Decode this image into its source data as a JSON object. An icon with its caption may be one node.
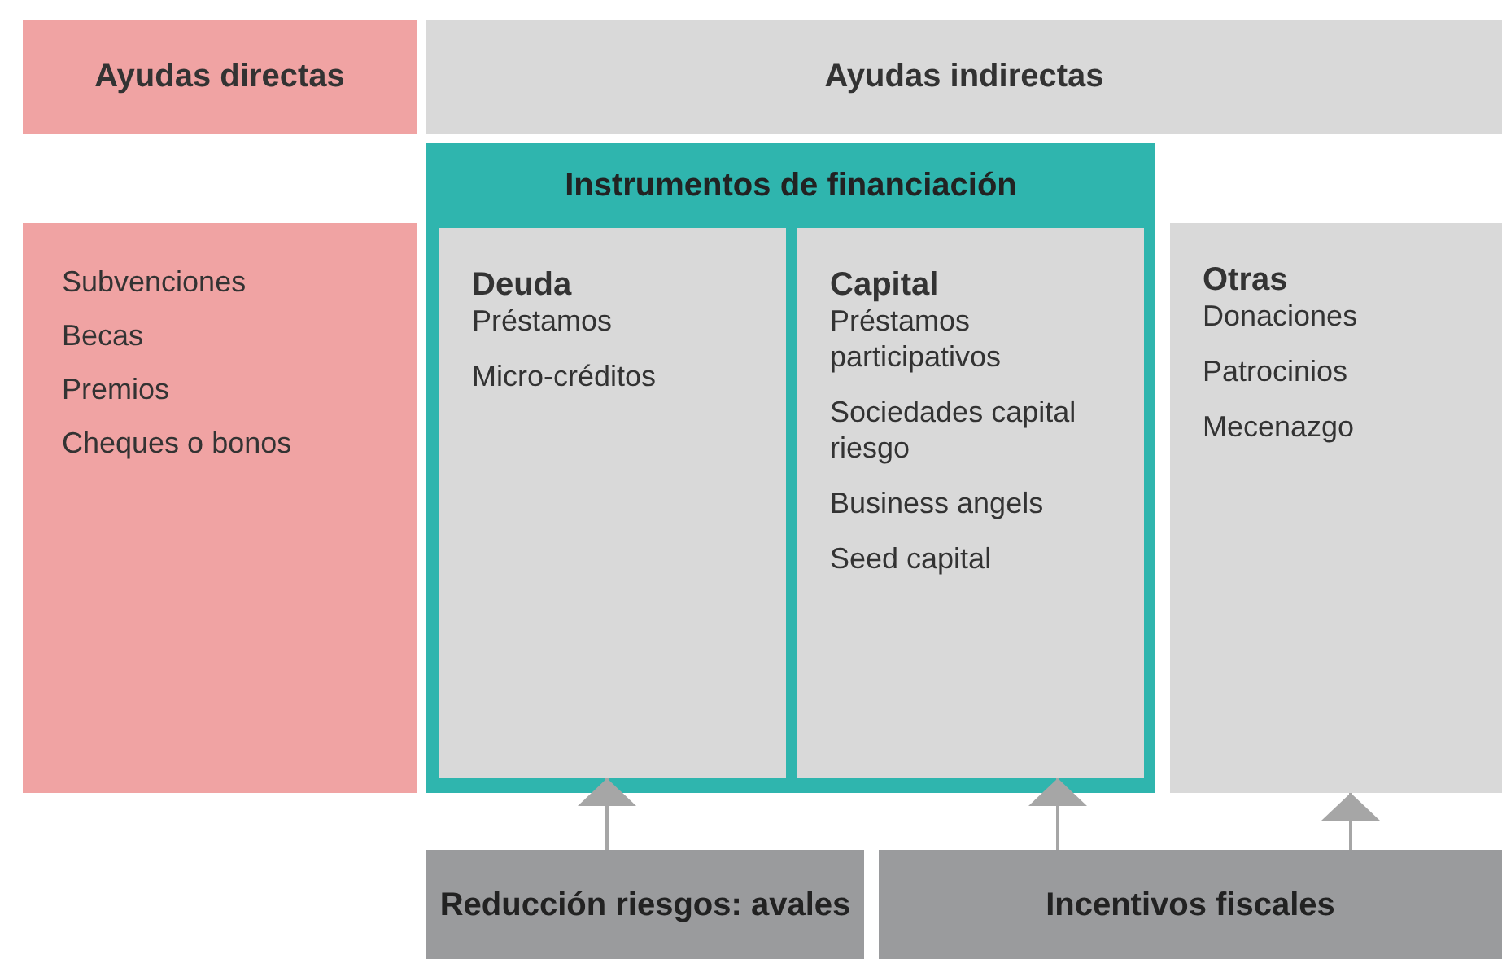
{
  "diagram": {
    "nodes": [
      {
        "text": [
          "Ayudas directas"
        ]
      },
      {
        "text": [
          "Ayudas indirectas"
        ]
      },
      {
        "text": [
          "Subvenciones",
          "Becas",
          "Premios",
          "Cheques o bonos"
        ]
      },
      {
        "text": [
          "Instrumentos de financiación"
        ]
      },
      {
        "text": [
          "Deuda",
          "Préstamos",
          "Micro-créditos"
        ],
        "in": 3
      },
      {
        "text": [
          "Capital",
          "Préstamos participativos",
          "Sociedades capital riesgo",
          "Business angels",
          "Seed capital"
        ],
        "in": 3
      },
      {
        "text": [
          "Otras",
          "Donaciones",
          "Patrocinios",
          "Mecenazgo"
        ]
      },
      {
        "text": [
          "Reducción riesgos: avales"
        ]
      },
      {
        "text": [
          "Incentivos fiscales"
        ]
      }
    ],
    "edges": [
      {
        "from": 7,
        "to": 4,
        "arrow": "to"
      },
      {
        "from": 8,
        "to": 5,
        "arrow": "to"
      },
      {
        "from": 8,
        "to": 6,
        "arrow": "to"
      }
    ]
  }
}
